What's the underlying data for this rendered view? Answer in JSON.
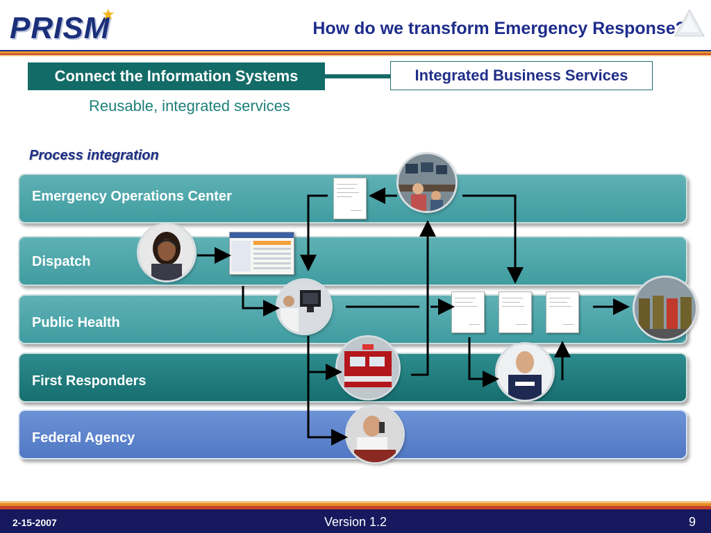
{
  "header": {
    "logo_text": "PRISM",
    "title": "How do we transform Emergency Response?"
  },
  "buttons": {
    "connect": "Connect the Information Systems",
    "integrated": "Integrated Business Services"
  },
  "subtitle": "Reusable, integrated services",
  "process_label": "Process integration",
  "lanes": [
    {
      "label": "Emergency Operations Center",
      "style": "teal"
    },
    {
      "label": "Dispatch",
      "style": "teal"
    },
    {
      "label": "Public Health",
      "style": "teal"
    },
    {
      "label": "First Responders",
      "style": "dark-teal"
    },
    {
      "label": "Federal Agency",
      "style": "blue"
    }
  ],
  "icons": {
    "control_room": "control-room-photo-icon",
    "operator": "call-center-operator-photo-icon",
    "computer_user": "computer-user-photo-icon",
    "fire_truck": "fire-truck-photo-icon",
    "police": "police-officer-photo-icon",
    "firefighters": "firefighters-photo-icon",
    "federal_agent": "federal-agent-phone-photo-icon",
    "document": "document-icon",
    "app_screen": "application-screenshot-icon"
  },
  "colors": {
    "teal": "#136b67",
    "navy": "#1d2c8b",
    "lane_teal": "#4fa8ab",
    "lane_dark": "#1f7a7c",
    "lane_blue": "#5a82cc",
    "footer": "#16195e"
  },
  "footer": {
    "date": "2-15-2007",
    "version": "Version 1.2",
    "page": "9"
  }
}
